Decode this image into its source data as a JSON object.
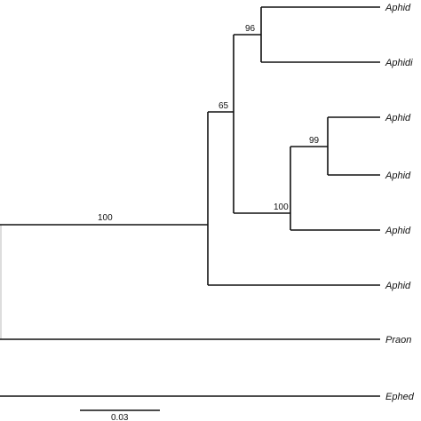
{
  "tree": {
    "support_values": {
      "root_clade": "100",
      "clade_65": "65",
      "clade_96": "96",
      "clade_100_inner": "100",
      "clade_99": "99"
    },
    "taxa": [
      "Aphid",
      "Aphidi",
      "Aphid",
      "Aphid",
      "Aphid",
      "Aphid",
      "Praon",
      "Ephed"
    ],
    "scale_bar": {
      "label": "0.03"
    }
  }
}
